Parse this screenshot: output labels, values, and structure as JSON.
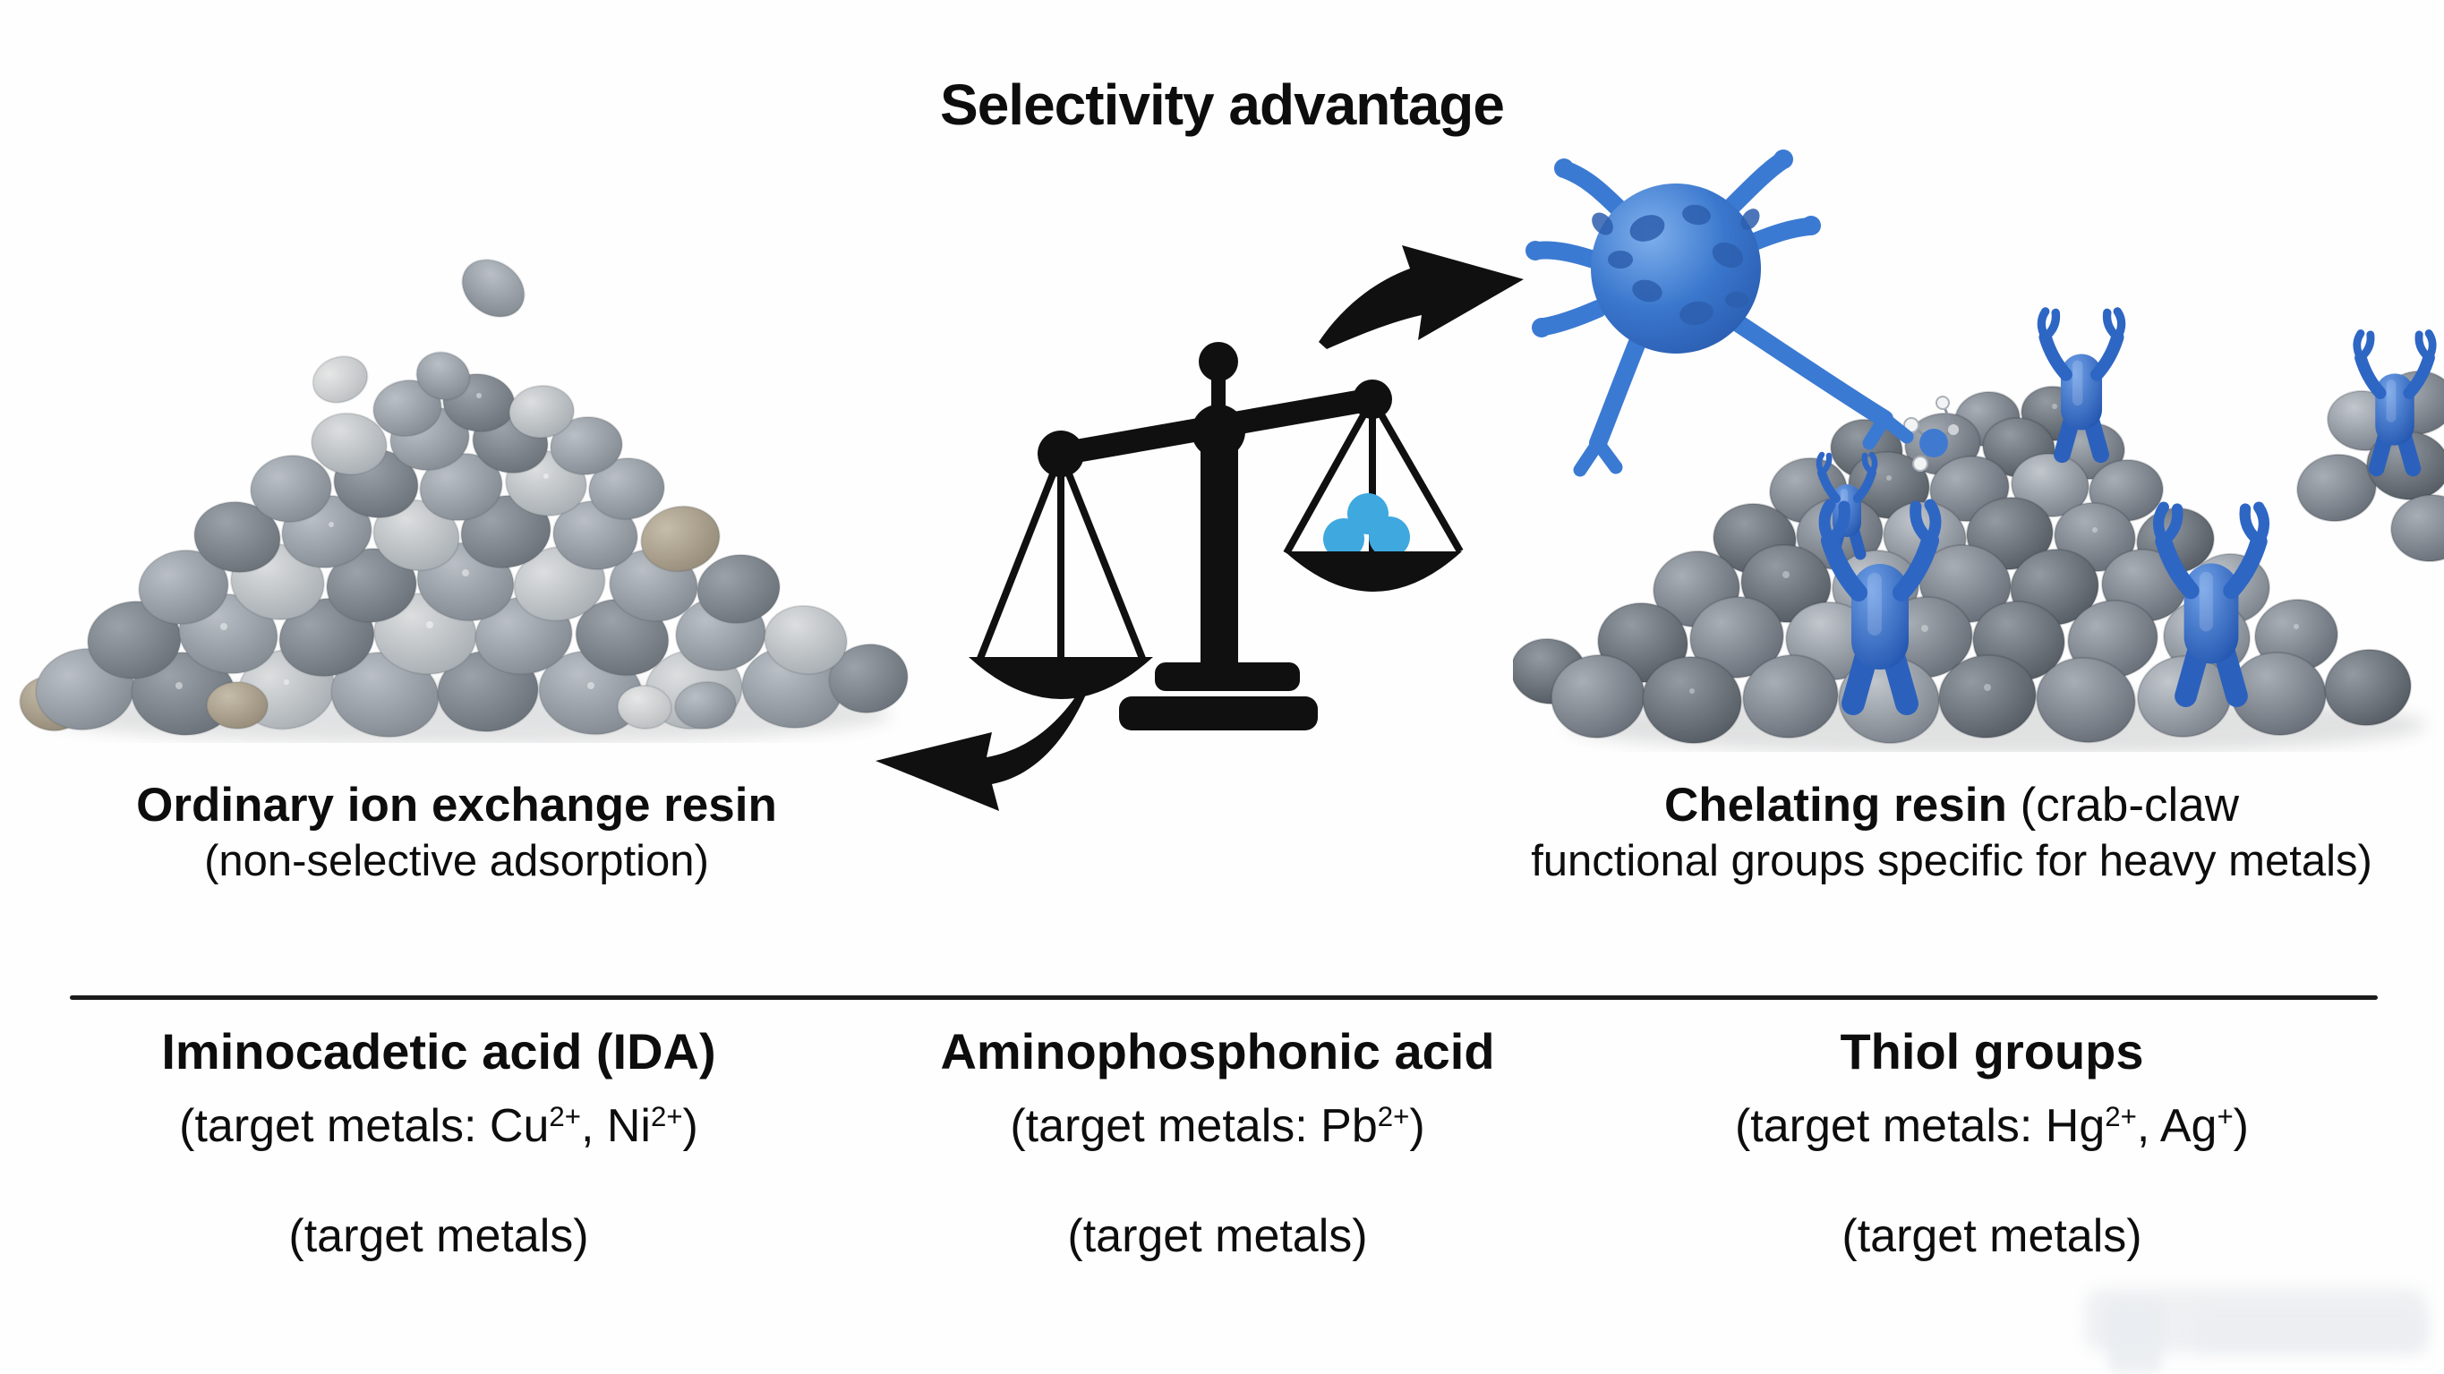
{
  "title": "Selectivity advantage",
  "left_resin": {
    "title": "Ordinary ion exchange resin",
    "subtitle": "(non-selective adsorption)"
  },
  "right_resin": {
    "title_bold": "Chelating resin",
    "title_rest": " (crab-claw",
    "subtitle": "functional groups specific for heavy metals)"
  },
  "functional_groups": [
    {
      "heading": "Iminocadetic acid (IDA)",
      "target_prefix": "(target metals: Cu",
      "sup1": "2+",
      "mid": ", Ni",
      "sup2": "2+",
      "suffix": ")",
      "note": "(target metals)"
    },
    {
      "heading": "Aminophosphonic acid",
      "target_prefix": "(target metals: Pb",
      "sup1": "2+",
      "suffix": ")",
      "note": "(target metals)"
    },
    {
      "heading": "Thiol groups",
      "target_prefix": "(target metals: Hg",
      "sup1": "2+",
      "mid": ", Ag",
      "sup2": "+",
      "suffix": ")",
      "note": "(target metals)"
    }
  ],
  "palette": {
    "accent_blue": "#3fa8df",
    "figure_blue": "#2e6cc6",
    "scale_black": "#101010",
    "text_color": "#0d0d0d",
    "pebble_gray": "#8d949c"
  },
  "icons": {
    "balance_scale": "balance-scale-icon",
    "arrow_to_left_pile": "curved-arrow-left-icon",
    "arrow_to_right_pile": "curved-arrow-right-icon",
    "chelator_sphere": "chelator-sphere-icon",
    "crab_claw_figure": "crab-claw-figure-icon",
    "molecule": "molecule-icon"
  }
}
